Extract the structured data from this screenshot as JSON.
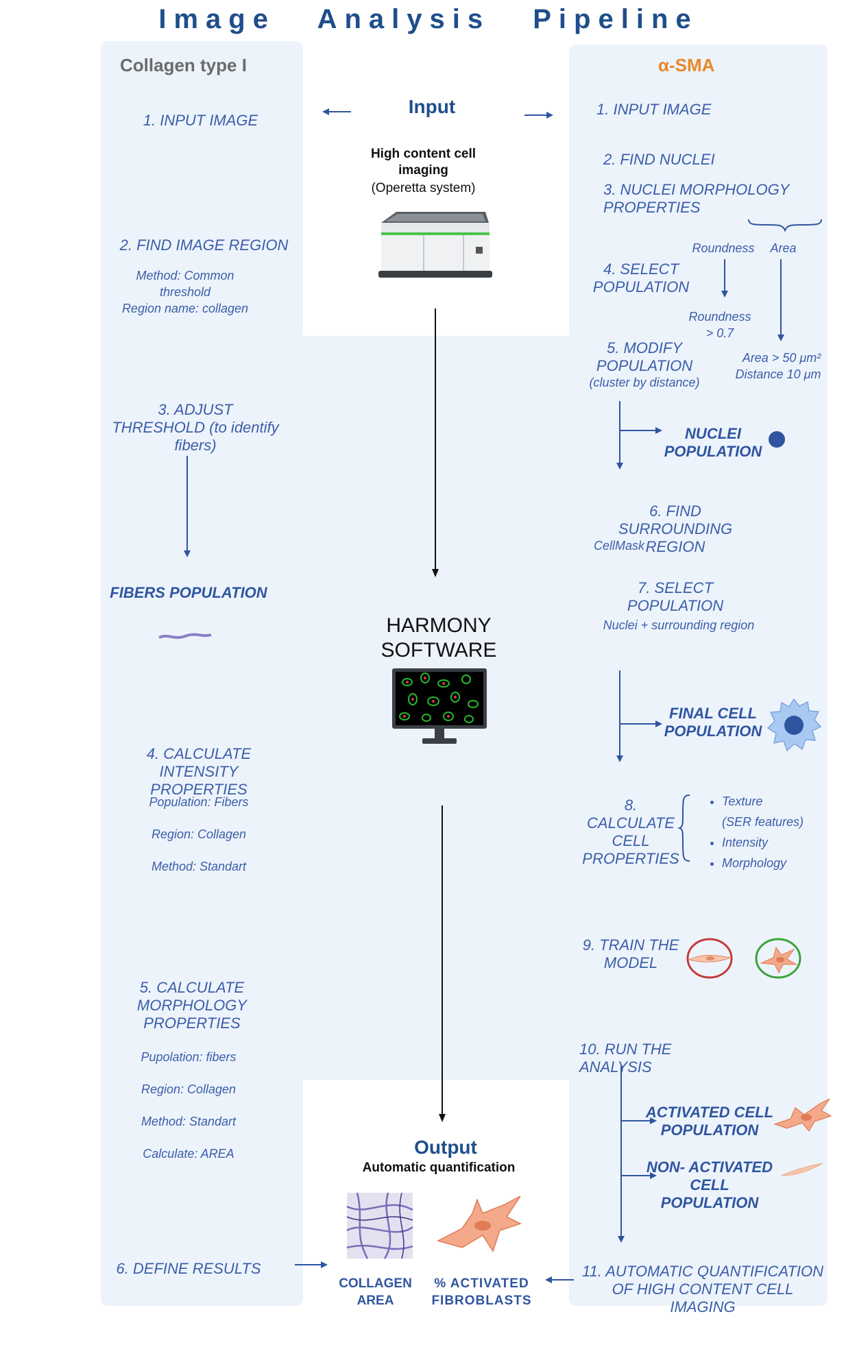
{
  "title": "Image Analysis Pipeline",
  "left": {
    "heading": "Collagen type I",
    "step1": "1.  INPUT IMAGE",
    "step2": "2. FIND IMAGE REGION",
    "step2_method": "Method: Common threshold",
    "step2_region": "Region name: collagen",
    "step3": "3. ADJUST THRESHOLD (to identify fibers)",
    "fibers_population": "FIBERS POPULATION",
    "step4": "4. CALCULATE INTENSITY PROPERTIES",
    "step4_population": "Population: Fibers",
    "step4_region": "Region: Collagen",
    "step4_method": "Method: Standart",
    "step5": "5. CALCULATE MORPHOLOGY PROPERTIES",
    "step5_population": "Pupolation: fibers",
    "step5_region": "Region: Collagen",
    "step5_method": "Method: Standart",
    "step5_calculate": "Calculate: AREA",
    "step6": "6. DEFINE RESULTS"
  },
  "center": {
    "input_heading": "Input",
    "input_desc_bold": "High content cell imaging",
    "input_desc": "(Operetta system)",
    "software": "HARMONY SOFTWARE",
    "output_heading": "Output",
    "output_desc": "Automatic quantification",
    "collagen_area": "COLLAGEN AREA",
    "activated_fibroblasts": "% ACTIVATED FIBROBLASTS"
  },
  "right": {
    "heading": "α-SMA",
    "step1": "1.  INPUT IMAGE",
    "step2": "2. FIND NUCLEI",
    "step3": "3. NUCLEI MORPHOLOGY PROPERTIES",
    "roundness": "Roundness",
    "area": "Area",
    "step4": "4. SELECT POPULATION",
    "roundness_cond": "Roundness > 0.7",
    "step5": "5. MODIFY POPULATION",
    "step5_sub": "(cluster by distance)",
    "area_cond": "Area > 50 μm²",
    "distance_cond": "Distance 10 μm",
    "nuclei_population": "NUCLEI POPULATION",
    "step6": "6. FIND SURROUNDING REGION",
    "step6_sub": "CellMask",
    "step7": "7. SELECT POPULATION",
    "step7_sub": "Nuclei + surrounding region",
    "final_population": "FINAL CELL POPULATION",
    "step8": "8. CALCULATE CELL PROPERTIES",
    "props": [
      "Texture",
      "(SER features)",
      "Intensity",
      "Morphology"
    ],
    "step9": "9. TRAIN THE MODEL",
    "step10": "10. RUN THE ANALYSIS",
    "activated_population": "ACTIVATED CELL POPULATION",
    "non_activated_population": "NON- ACTIVATED CELL POPULATION",
    "step11": "11. AUTOMATIC QUANTIFICATION OF HIGH CONTENT CELL IMAGING"
  },
  "colors": {
    "panel": "#edf3fb",
    "text_blue": "#3a5ea8",
    "heading_blue": "#1f4e8c",
    "alpha_sma_orange": "#e8872a",
    "collagen_grey": "#6b6b6b"
  }
}
